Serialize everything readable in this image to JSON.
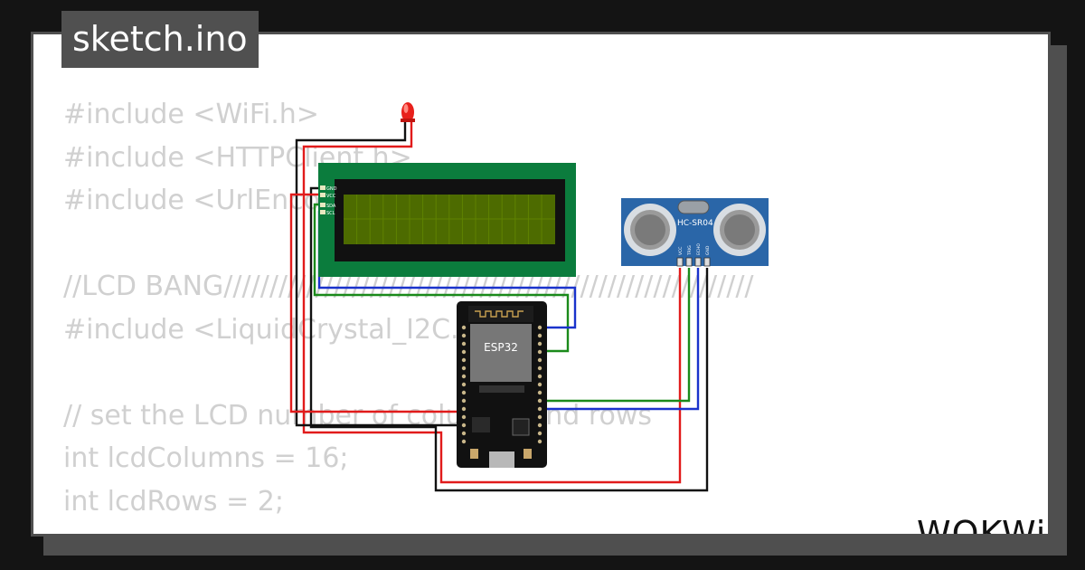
{
  "title": "sketch.ino",
  "code_lines": [
    "#include <WiFi.h>",
    "#include <HTTPClient.h>",
    "#include <UrlEncode.h>",
    "",
    "//LCD BANG//////////////////////////////////////////////////////////",
    "#include <LiquidCrystal_I2C.h>",
    "",
    "// set the LCD number of columns and rows",
    "int lcdColumns = 16;",
    "int lcdRows = 2;"
  ],
  "esp32": {
    "label": "ESP32"
  },
  "sensor": {
    "label": "HC-SR04",
    "pins": [
      "VCC",
      "TRIG",
      "ECHO",
      "GND"
    ]
  },
  "lcd": {
    "pins": [
      "GND",
      "VCC",
      "SDA",
      "SCL"
    ]
  },
  "brand": "WOKWi",
  "colors": {
    "wire_red": "#e11b1b",
    "wire_black": "#111111",
    "wire_green": "#1a8a1a",
    "wire_blue": "#1a33cc",
    "lcd_board": "#0b7c3d",
    "lcd_screen": "#4d6b00",
    "sensor_board": "#2a66a8"
  }
}
